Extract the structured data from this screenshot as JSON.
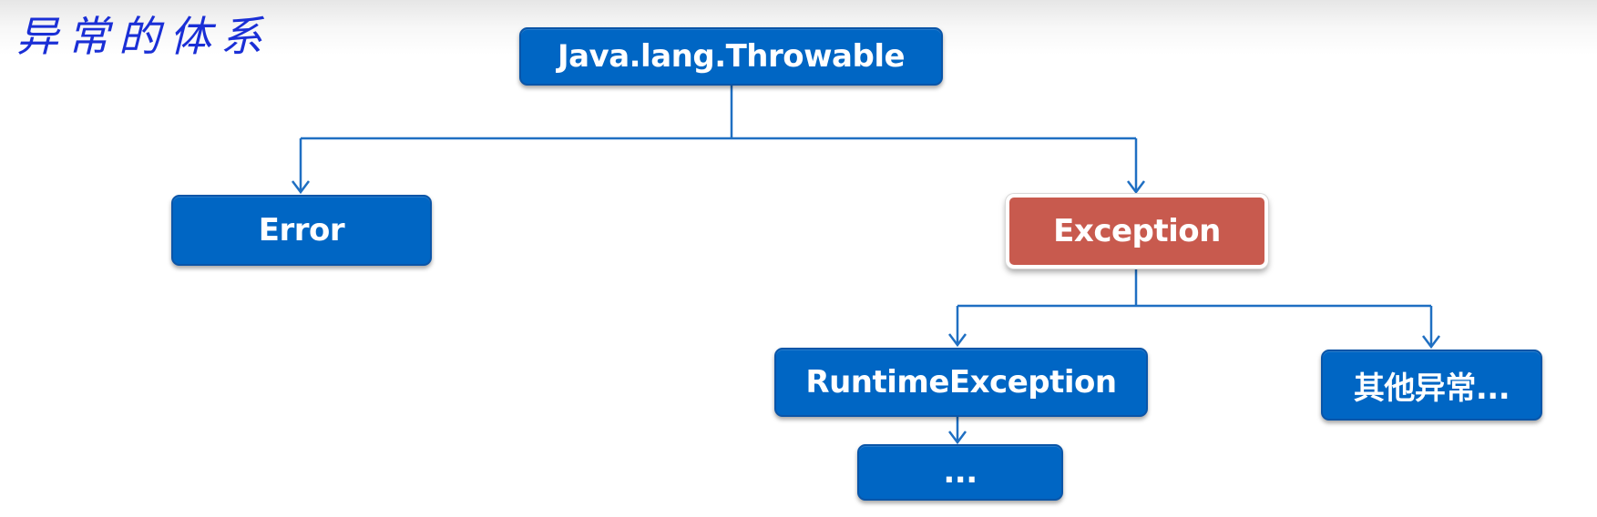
{
  "title": "异常的体系",
  "nodes": {
    "throwable": "Java.lang.Throwable",
    "error": "Error",
    "exception": "Exception",
    "runtime_exception": "RuntimeException",
    "other_exceptions": "其他异常...",
    "more": "..."
  },
  "colors": {
    "node_blue": "#0066c4",
    "node_highlight": "#c85a4e",
    "connector": "#1f6fc2",
    "title_ink": "#1a2fd6"
  }
}
